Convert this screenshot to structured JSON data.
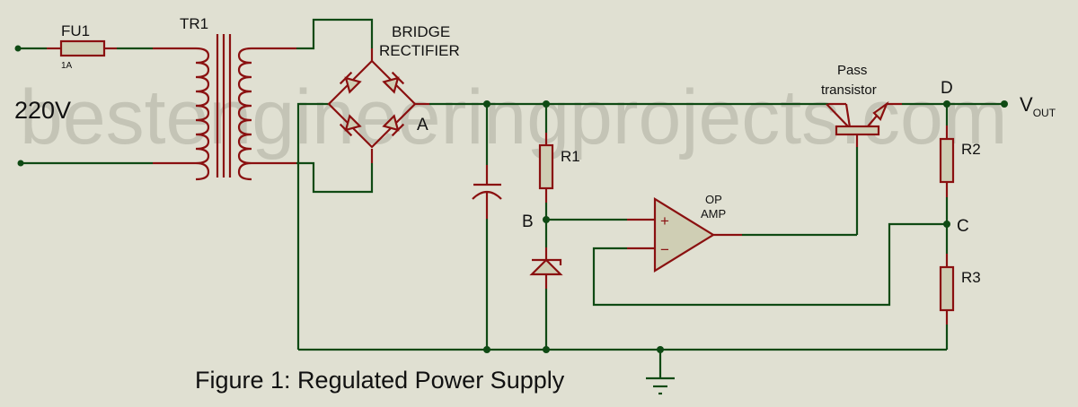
{
  "watermark": "bestengineeringprojects.com",
  "input_voltage": "220V",
  "components": {
    "fuse": {
      "ref": "FU1",
      "value": "1A"
    },
    "transformer": {
      "ref": "TR1"
    },
    "bridge": {
      "line1": "BRIDGE",
      "line2": "RECTIFIER"
    },
    "r1": "R1",
    "r2": "R2",
    "r3": "R3",
    "opamp": {
      "line1": "OP",
      "line2": "AMP",
      "plus": "+",
      "minus": "−"
    },
    "transistor": {
      "line1": "Pass",
      "line2": "transistor"
    }
  },
  "nodes": {
    "a": "A",
    "b": "B",
    "c": "C",
    "d": "D"
  },
  "output": {
    "v": "V",
    "sub": "OUT"
  },
  "caption": "Figure 1: Regulated Power Supply",
  "colors": {
    "wire": "#0f4a14",
    "pin": "#8a1010",
    "body": "#cfceb4",
    "background": "#e0e0d2"
  }
}
